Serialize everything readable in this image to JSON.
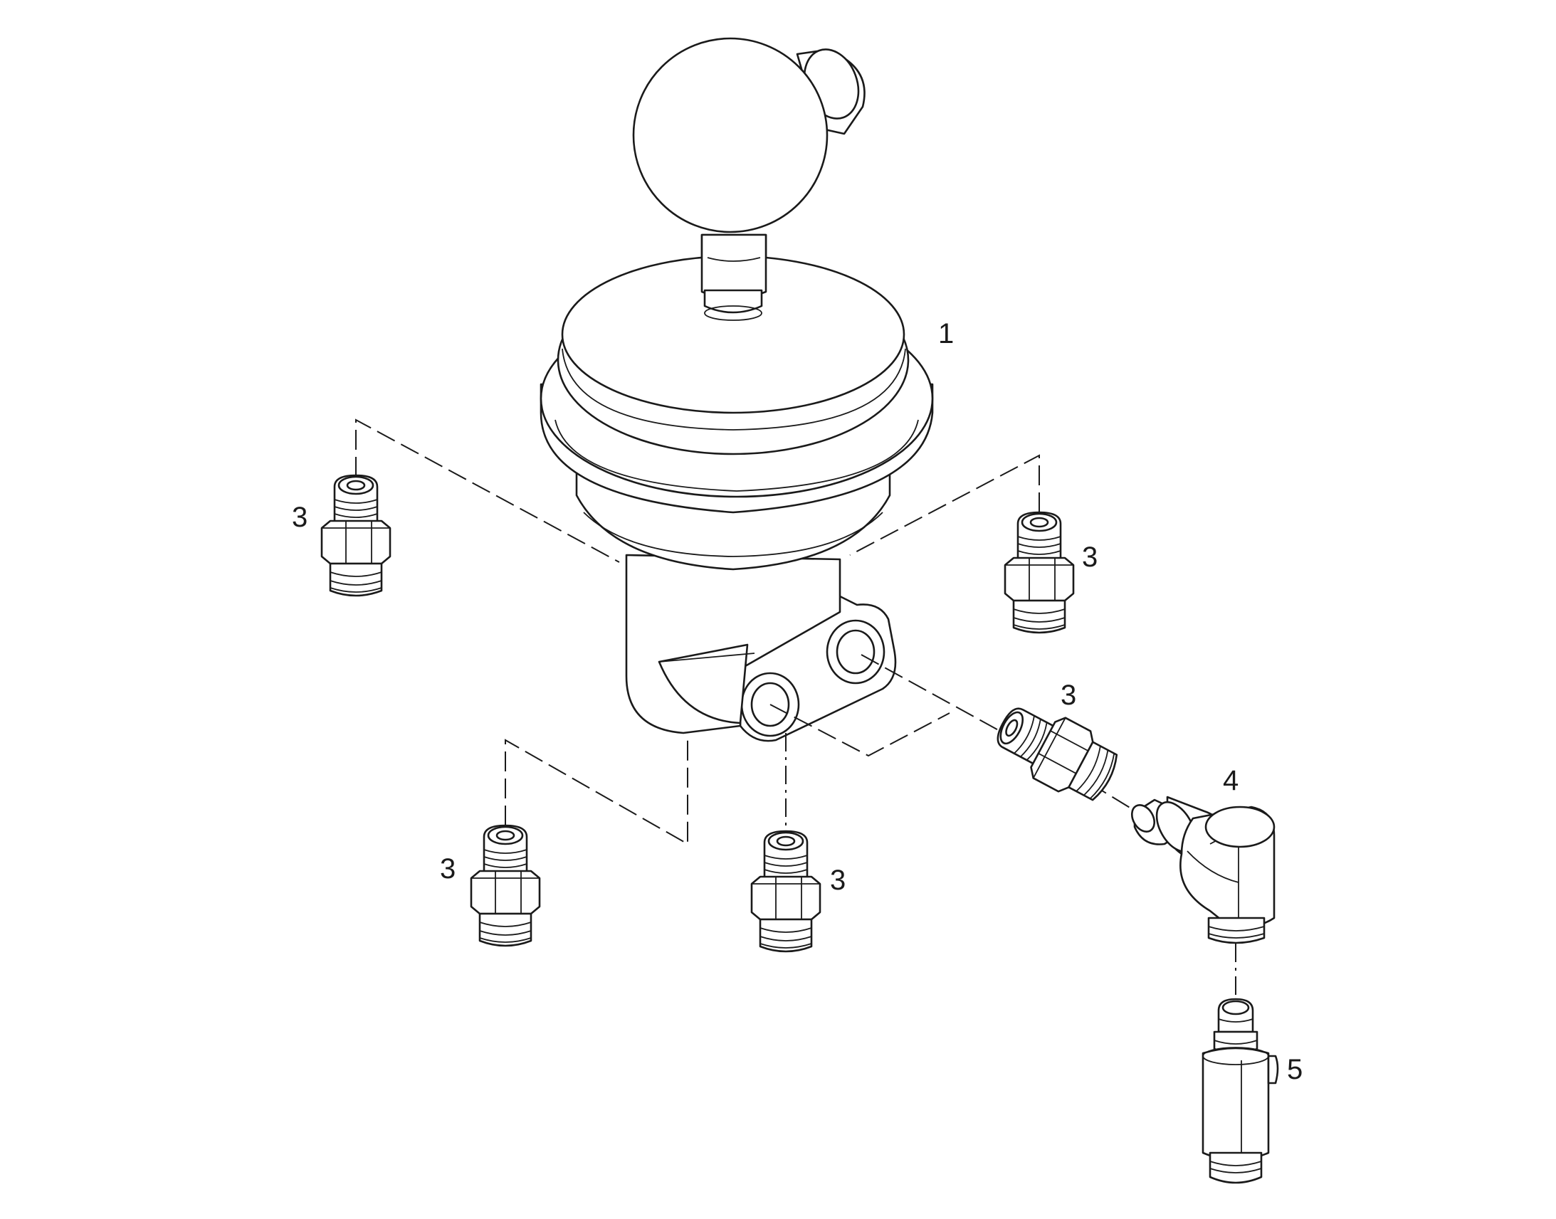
{
  "callouts": [
    {
      "label": "1"
    },
    {
      "label": "3"
    },
    {
      "label": "3"
    },
    {
      "label": "3"
    },
    {
      "label": "3"
    },
    {
      "label": "3"
    },
    {
      "label": "4"
    },
    {
      "label": "5"
    }
  ]
}
